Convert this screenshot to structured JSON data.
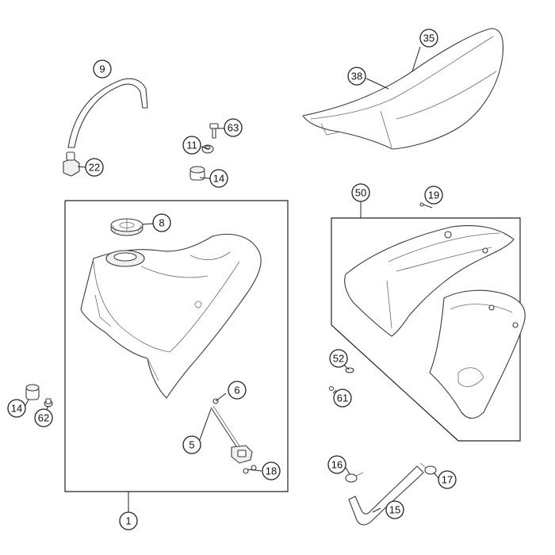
{
  "callouts": {
    "c1": "1",
    "c5": "5",
    "c6": "6",
    "c8": "8",
    "c9": "9",
    "c11": "11",
    "c14a": "14",
    "c14b": "14",
    "c15": "15",
    "c16": "16",
    "c17": "17",
    "c18": "18",
    "c19": "19",
    "c22": "22",
    "c35": "35",
    "c38": "38",
    "c50": "50",
    "c52": "52",
    "c61": "61",
    "c62": "62",
    "c63": "63"
  }
}
